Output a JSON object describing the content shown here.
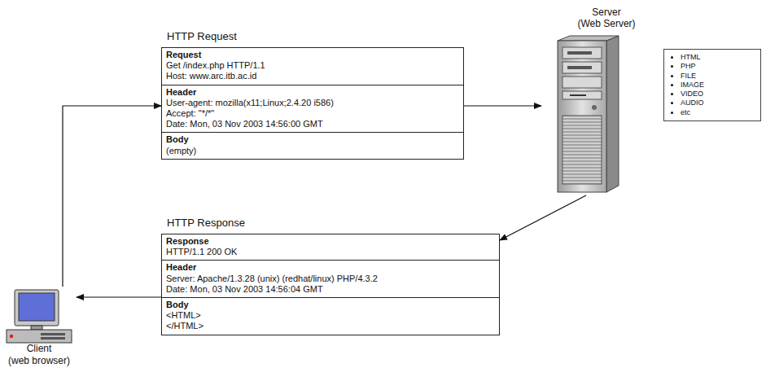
{
  "diagram": {
    "nodes": [
      {
        "text": [
          "HTTP Request"
        ]
      },
      {
        "text": [
          "Request",
          "Get /index.php HTTP/1.1",
          "Host: www.arc.itb.ac.id"
        ],
        "in": 0
      },
      {
        "text": [
          "Header",
          "User-agent: mozilla(x11;Linux;2.4.20 i586)",
          "Accept: \"*/*\"",
          "Date: Mon, 03 Nov 2003 14:56:00 GMT"
        ],
        "in": 0
      },
      {
        "text": [
          "Body",
          "(empty)"
        ],
        "in": 0
      },
      {
        "text": [
          "Server",
          "(Web Server)"
        ]
      },
      {
        "text": [
          "HTML",
          "PHP",
          "FILE",
          "IMAGE",
          "VIDEO",
          "AUDIO",
          "etc"
        ]
      },
      {
        "text": [
          "HTTP Response"
        ]
      },
      {
        "text": [
          "Response",
          "HTTP/1.1 200 OK"
        ],
        "in": 6
      },
      {
        "text": [
          "Header",
          "Server: Apache/1.3.28 (unix) (redhat/linux) PHP/4.3.2",
          "Date:    Mon, 03 Nov 2003 14:56:04 GMT"
        ],
        "in": 6
      },
      {
        "text": [
          "Body",
          "<HTML>",
          "</HTML>"
        ],
        "in": 6
      },
      {
        "text": [
          "Client",
          "(web browser)"
        ]
      }
    ],
    "edges": [
      {
        "from": 10,
        "to": 0,
        "arrow": "to"
      },
      {
        "from": 0,
        "to": 4,
        "arrow": "to"
      },
      {
        "from": 4,
        "to": 6,
        "arrow": "to"
      },
      {
        "from": 6,
        "to": 10,
        "arrow": "to"
      }
    ]
  }
}
